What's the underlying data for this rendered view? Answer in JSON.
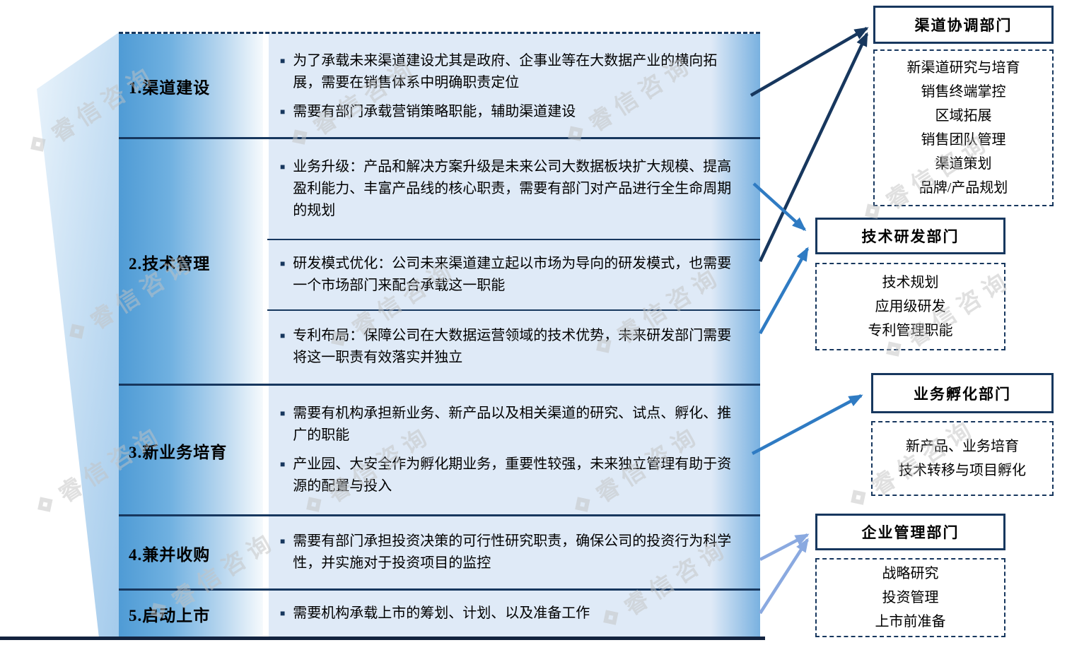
{
  "watermark": {
    "text": "睿信咨询"
  },
  "icons": {
    "bullet": "■"
  },
  "colors": {
    "navy": "#17375e",
    "blue": "#2f7bc3",
    "light_blue": "#8aa9e0",
    "cell_bg": "#dfeaf7"
  },
  "rows": [
    {
      "label": "1.渠道建设",
      "cells": [
        {
          "bullets": [
            "为了承载未来渠道建设尤其是政府、企事业等在大数据产业的横向拓展，需要在销售体系中明确职责定位",
            "需要有部门承载营销策略职能，辅助渠道建设"
          ]
        }
      ]
    },
    {
      "label": "2.技术管理",
      "cells": [
        {
          "bullets": [
            "业务升级：产品和解决方案升级是未来公司大数据板块扩大规模、提高盈利能力、丰富产品线的核心职责，需要有部门对产品进行全生命周期的规划"
          ]
        },
        {
          "bullets": [
            "研发模式优化：公司未来渠道建立起以市场为导向的研发模式，也需要一个市场部门来配合承载这一职能"
          ]
        },
        {
          "bullets": [
            "专利布局：保障公司在大数据运营领域的技术优势，未来研发部门需要将这一职责有效落实并独立"
          ]
        }
      ]
    },
    {
      "label": "3.新业务培育",
      "cells": [
        {
          "bullets": [
            "需要有机构承担新业务、新产品以及相关渠道的研究、试点、孵化、推广的职能",
            "产业园、大安全作为孵化期业务，重要性较强，未来独立管理有助于资源的配置与投入"
          ]
        }
      ]
    },
    {
      "label": "4.兼并收购",
      "cells": [
        {
          "bullets": [
            "需要有部门承担投资决策的可行性研究职责，确保公司的投资行为科学性，并实施对于投资项目的监控"
          ]
        }
      ]
    },
    {
      "label": "5.启动上市",
      "cells": [
        {
          "bullets": [
            "需要机构承载上市的筹划、计划、以及准备工作"
          ]
        }
      ]
    }
  ],
  "departments": [
    {
      "title": "渠道协调部门",
      "functions": [
        "新渠道研究与培育",
        "销售终端掌控",
        "区域拓展",
        "销售团队管理",
        "渠道策划",
        "品牌/产品规划"
      ]
    },
    {
      "title": "技术研发部门",
      "functions": [
        "技术规划",
        "应用级研发",
        "专利管理职能"
      ]
    },
    {
      "title": "业务孵化部门",
      "functions": [
        "新产品、业务培育",
        "技术转移与项目孵化"
      ]
    },
    {
      "title": "企业管理部门",
      "functions": [
        "战略研究",
        "投资管理",
        "上市前准备"
      ]
    }
  ]
}
